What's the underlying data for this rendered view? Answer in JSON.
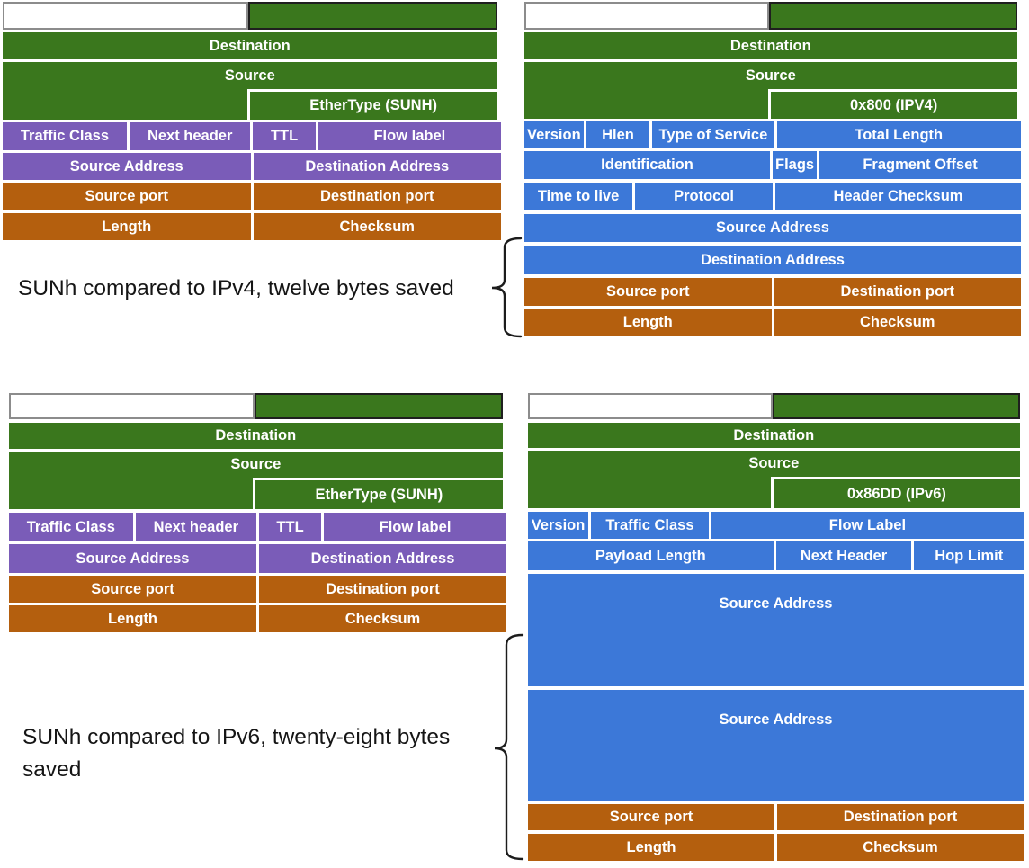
{
  "colors": {
    "ethernet_green": "#3a771d",
    "sunh_purple": "#7a5cb8",
    "ip_blue": "#3c78d8",
    "udp_orange": "#b45f0e"
  },
  "captions": {
    "ipv4_comparison": "SUNh compared to IPv4, twelve bytes saved",
    "ipv6_comparison_line1": "SUNh compared to IPv6, twenty-eight  bytes",
    "ipv6_comparison_line2": "saved"
  },
  "sunh": {
    "destination": "Destination",
    "source": "Source",
    "ethertype": "EtherType (SUNH)",
    "traffic_class": "Traffic Class",
    "next_header": "Next header",
    "ttl": "TTL",
    "flow_label": "Flow label",
    "source_address": "Source Address",
    "destination_address": "Destination Address",
    "source_port": "Source port",
    "destination_port": "Destination port",
    "length": "Length",
    "checksum": "Checksum"
  },
  "ipv4": {
    "destination": "Destination",
    "source": "Source",
    "ethertype": "0x800 (IPV4)",
    "version": "Version",
    "hlen": "Hlen",
    "type_of_service": "Type of Service",
    "total_length": "Total Length",
    "identification": "Identification",
    "flags": "Flags",
    "fragment_offset": "Fragment Offset",
    "time_to_live": "Time to live",
    "protocol": "Protocol",
    "header_checksum": "Header  Checksum",
    "source_address": "Source Address",
    "destination_address": "Destination Address",
    "source_port": "Source port",
    "destination_port": "Destination port",
    "length": "Length",
    "checksum": "Checksum"
  },
  "ipv6": {
    "destination": "Destination",
    "source": "Source",
    "ethertype": "0x86DD (IPv6)",
    "version": "Version",
    "traffic_class": "Traffic Class",
    "flow_label": "Flow Label",
    "payload_length": "Payload Length",
    "next_header": "Next Header",
    "hop_limit": "Hop Limit",
    "address_block_1": "Source Address",
    "address_block_2": "Source Address",
    "source_port": "Source port",
    "destination_port": "Destination port",
    "length": "Length",
    "checksum": "Checksum"
  }
}
